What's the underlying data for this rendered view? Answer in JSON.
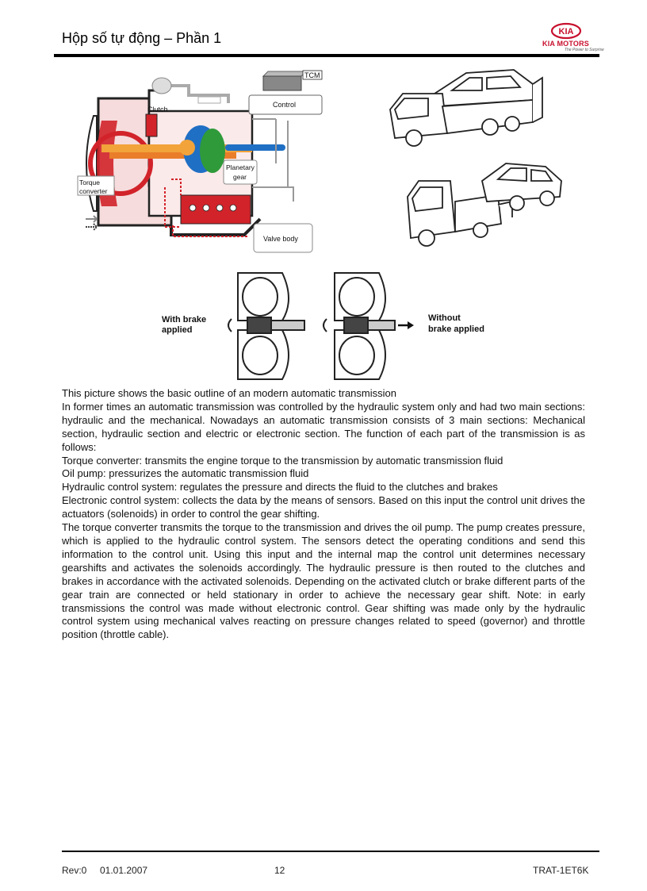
{
  "header": {
    "title": "Hộp số tự động – Phần 1",
    "logo_text": "KIA",
    "logo_sub": "KIA MOTORS",
    "logo_tagline": "The Power to Surprise"
  },
  "figure_transmission": {
    "labels": {
      "tcm": "TCM",
      "control": "Control",
      "clutch": "Clutch",
      "planetary_1": "Planetary",
      "planetary_2": "gear",
      "torque_1": "Torque",
      "torque_2": "converter",
      "valve_body": "Valve body"
    }
  },
  "figure_converter": {
    "left_label_1": "With brake",
    "left_label_2": "applied",
    "right_label_1": "Without",
    "right_label_2": "brake applied"
  },
  "body": {
    "paragraphs": [
      "This picture shows the basic outline of an modern automatic transmission",
      "In former times an automatic transmission was controlled by the hydraulic system only and had two main sections: hydraulic and the mechanical. Nowadays an automatic transmission consists of 3 main sections: Mechanical section, hydraulic section and electric or electronic section. The function of each part of the transmission is as follows:",
      "Torque converter: transmits the engine torque to the transmission by automatic transmission fluid",
      "Oil pump: pressurizes the automatic transmission fluid",
      "Hydraulic control system: regulates the pressure and directs the fluid to the clutches and brakes",
      "Electronic control system: collects the data by the means of sensors. Based on this input the control unit drives the actuators (solenoids) in order to control the gear shifting.",
      "The torque converter transmits the torque to the transmission and drives the oil pump. The pump creates pressure, which is applied to the hydraulic control system. The sensors detect the operating conditions and send this information to the control unit. Using this input and the internal map the control unit determines necessary gearshifts and activates the solenoids accordingly. The hydraulic pressure is then routed to the clutches and brakes in accordance with the activated solenoids. Depending on the activated clutch or brake different parts of the gear train are connected or held stationary in order to achieve the necessary gear shift. Note: in early transmissions the control was made without electronic control. Gear shifting was made only by the hydraulic control system using mechanical valves reacting on pressure changes  related to speed (governor) and throttle position (throttle cable)."
    ]
  },
  "footer": {
    "revision": "Rev:0",
    "date": "01.01.2007",
    "page_number": "12",
    "doc_code": "TRAT-1ET6K"
  },
  "colors": {
    "kia_red": "#c8102e",
    "hydraulic_red": "#d2232a",
    "gear_blue": "#1f6fc4",
    "gear_green": "#2f9a3a",
    "shaft_orange": "#f2a33a"
  }
}
